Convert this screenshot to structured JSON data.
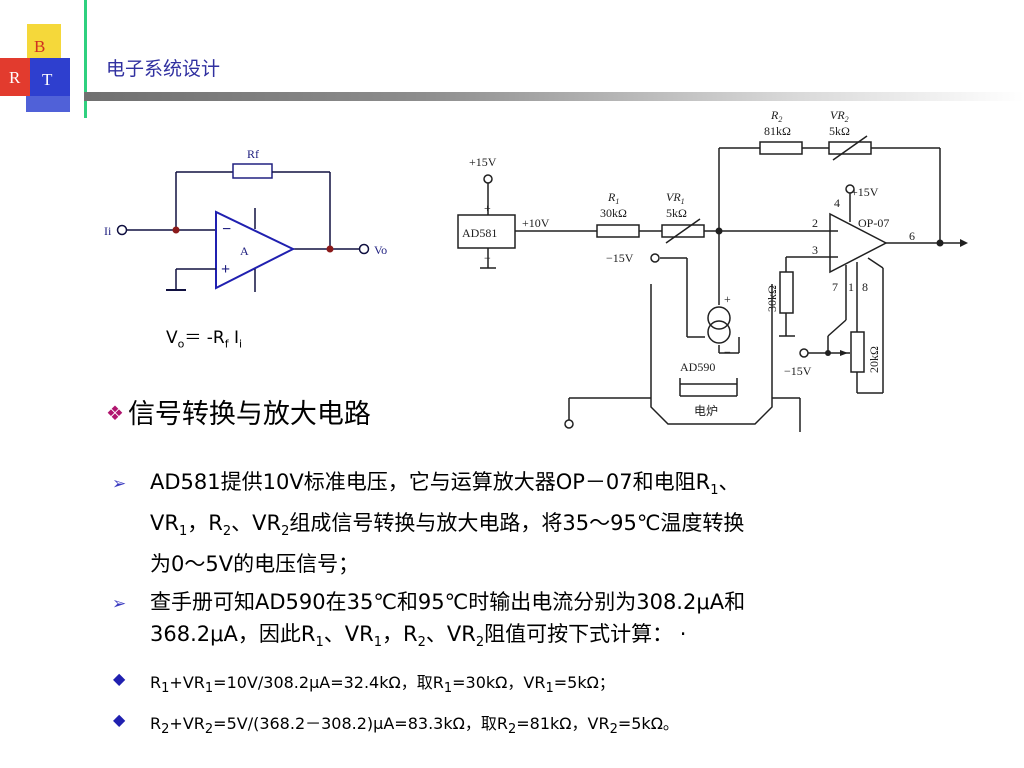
{
  "logo": {
    "letter_b": "B",
    "letter_r": "R",
    "letter_t": "T"
  },
  "header": {
    "title": "电子系统设计"
  },
  "left_circuit": {
    "rf": "Rf",
    "ii": "Ii",
    "amp": "A",
    "vo": "Vo",
    "minus": "−",
    "plus": "+"
  },
  "formula": {
    "v": "V",
    "o": "o",
    "eq": "＝ -R",
    "f": "f",
    "i_main": " I",
    "i_sub": "i"
  },
  "right_circuit": {
    "p15_top": "+15V",
    "ad581": "AD581",
    "plus": "+",
    "minus": "−",
    "v10": "+10V",
    "r1_name": "R",
    "r1_sub": "1",
    "r1_val": "30kΩ",
    "vr1_name": "VR",
    "vr1_sub": "1",
    "vr1_val": "5kΩ",
    "r2_name": "R",
    "r2_sub": "2",
    "r2_val": "81kΩ",
    "vr2_name": "VR",
    "vr2_sub": "2",
    "vr2_val": "5kΩ",
    "p15_op": "+15V",
    "op07": "OP-07",
    "pin4": "4",
    "pin2": "2",
    "pin3": "3",
    "pin6": "6",
    "pin7": "7",
    "pin1": "1",
    "pin8": "8",
    "m15_left": "−15V",
    "r30k": "30kΩ",
    "ad590": "AD590",
    "furnace": "电炉",
    "m15_bottom": "−15V",
    "r20k": "20kΩ"
  },
  "section": {
    "icon": "diamond-bullet-icon",
    "title": "信号转换与放大电路"
  },
  "paragraphs": [
    {
      "line1": [
        "AD581提供10V标准电压，它与运算放大器OP－07和电阻R",
        "1",
        "、"
      ],
      "line2": [
        "VR",
        "1",
        "，R",
        "2",
        "、VR",
        "2",
        "组成信号转换与放大电路，将35～95℃温度转换"
      ],
      "line3": "为0～5V的电压信号；"
    },
    {
      "line1": "查手册可知AD590在35℃和95℃时输出电流分别为308.2μA和",
      "line2": [
        "368.2μA，因此R",
        "1",
        "、VR",
        "1",
        "，R",
        "2",
        "、VR",
        "2",
        "阻值可按下式计算：  ·"
      ]
    }
  ],
  "items": [
    [
      "R",
      "1",
      "+VR",
      "1",
      "=10V/308.2μA=32.4kΩ，取R",
      "1",
      "=30kΩ，VR",
      "1",
      "=5kΩ；"
    ],
    [
      "R",
      "2",
      "+VR",
      "2",
      "=5V/(368.2－308.2)μA=83.3kΩ，取R",
      "2",
      "=81kΩ，VR",
      "2",
      "=5kΩ。"
    ]
  ],
  "colors": {
    "header_title": "#3030a0",
    "accent_line": "#2fd07f",
    "section_icon": "#b0156e",
    "bullet": "#2020b0"
  }
}
